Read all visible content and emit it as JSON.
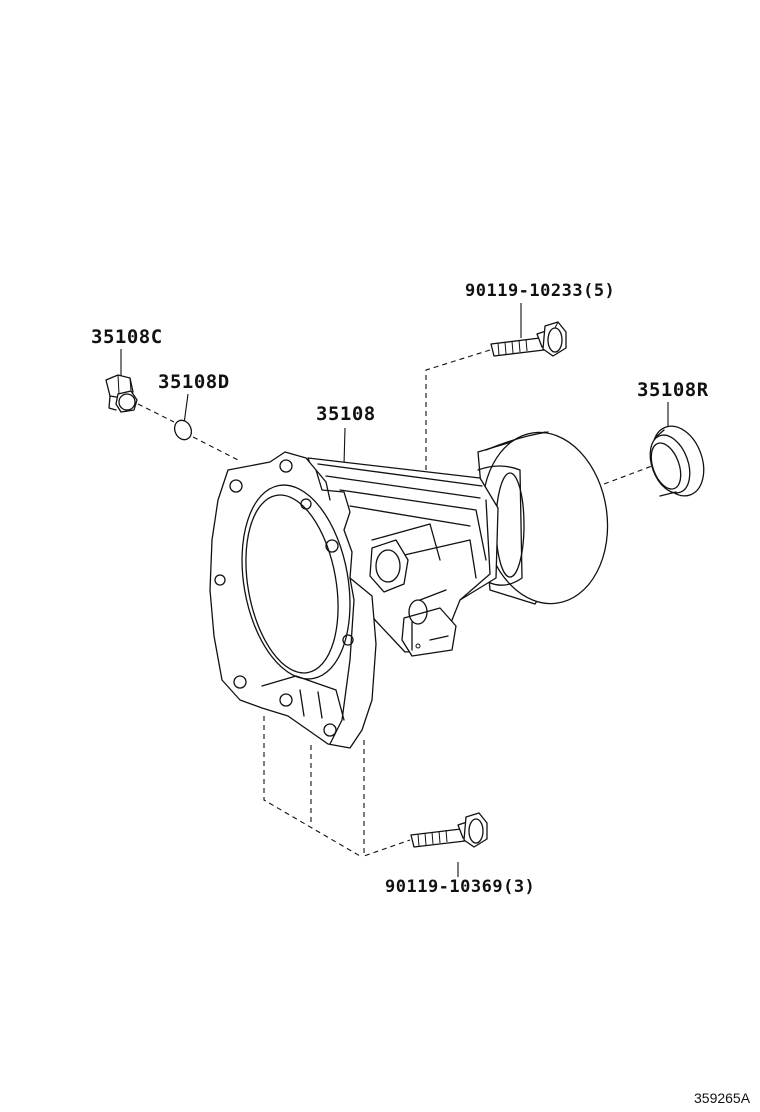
{
  "parts": {
    "drain_plug": {
      "number": "35108C",
      "icon": "drain-plug-icon"
    },
    "gasket": {
      "number": "35108D",
      "icon": "gasket-ring-icon"
    },
    "extension_housing": {
      "number": "35108",
      "icon": "extension-housing-icon"
    },
    "oil_seal": {
      "number": "35108R",
      "icon": "oil-seal-icon"
    },
    "bolt_upper": {
      "number": "90119-10233(5)",
      "icon": "bolt-icon"
    },
    "bolt_lower": {
      "number": "90119-10369(3)",
      "icon": "bolt-icon"
    }
  },
  "figure_id": "359265A",
  "colors": {
    "line": "#111111",
    "background": "#ffffff"
  }
}
